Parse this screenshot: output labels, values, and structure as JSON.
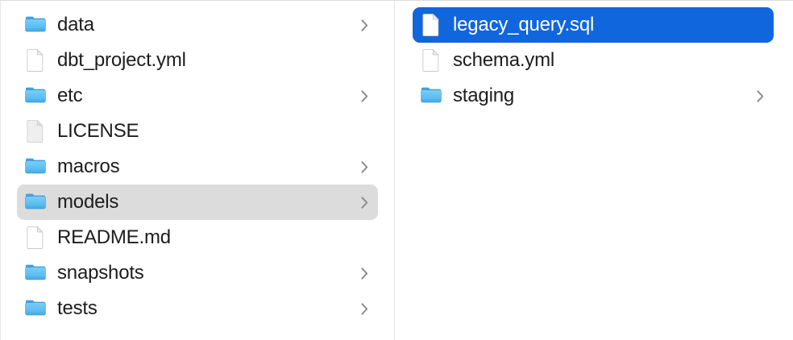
{
  "view": {
    "kind": "file-browser-column-view",
    "accent_selected_color": "#1066dd",
    "inactive_selected_color": "#dcdcdc",
    "text_color": "#1d1d1f",
    "selected_text_color": "#ffffff",
    "folder_icon_color": "#54b8f0",
    "chevron_color": "#8a8a8e",
    "divider_color": "#e3e3e3",
    "background_color": "#ffffff"
  },
  "columns": [
    {
      "name": "parent-column",
      "items": [
        {
          "label": "data",
          "kind": "folder",
          "icon": "folder-icon",
          "has_chevron": true,
          "selected": false
        },
        {
          "label": "dbt_project.yml",
          "kind": "file",
          "icon": "document-icon",
          "has_chevron": false,
          "selected": false
        },
        {
          "label": "etc",
          "kind": "folder",
          "icon": "folder-icon",
          "has_chevron": true,
          "selected": false
        },
        {
          "label": "LICENSE",
          "kind": "file",
          "icon": "plain-document-icon",
          "has_chevron": false,
          "selected": false
        },
        {
          "label": "macros",
          "kind": "folder",
          "icon": "folder-icon",
          "has_chevron": true,
          "selected": false
        },
        {
          "label": "models",
          "kind": "folder",
          "icon": "folder-icon",
          "has_chevron": true,
          "selected": true,
          "selection_state": "inactive"
        },
        {
          "label": "README.md",
          "kind": "file",
          "icon": "document-icon",
          "has_chevron": false,
          "selected": false
        },
        {
          "label": "snapshots",
          "kind": "folder",
          "icon": "folder-icon",
          "has_chevron": true,
          "selected": false
        },
        {
          "label": "tests",
          "kind": "folder",
          "icon": "folder-icon",
          "has_chevron": true,
          "selected": false
        }
      ]
    },
    {
      "name": "child-column",
      "items": [
        {
          "label": "legacy_query.sql",
          "kind": "file",
          "icon": "document-icon",
          "has_chevron": false,
          "selected": true,
          "selection_state": "active"
        },
        {
          "label": "schema.yml",
          "kind": "file",
          "icon": "document-icon",
          "has_chevron": false,
          "selected": false
        },
        {
          "label": "staging",
          "kind": "folder",
          "icon": "folder-icon",
          "has_chevron": true,
          "selected": false
        }
      ]
    }
  ]
}
